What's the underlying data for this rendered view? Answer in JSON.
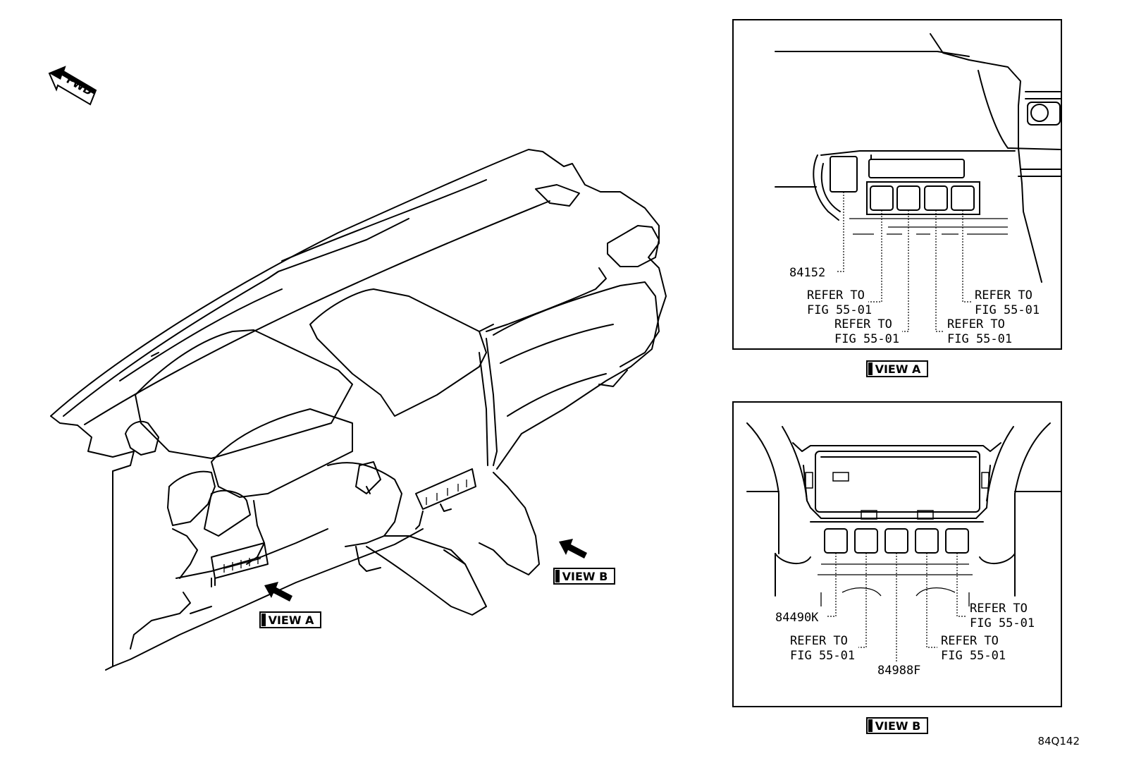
{
  "fwd_label": "FWD",
  "main_view": {
    "view_a_label": "VIEW A",
    "view_b_label": "VIEW B"
  },
  "view_a": {
    "caption": "VIEW A",
    "part_84152": "84152",
    "refer_1_line1": "REFER TO",
    "refer_1_line2": "FIG 55-01",
    "refer_2_line1": "REFER TO",
    "refer_2_line2": "FIG 55-01",
    "refer_3_line1": "REFER TO",
    "refer_3_line2": "FIG 55-01",
    "refer_4_line1": "REFER TO",
    "refer_4_line2": "FIG 55-01"
  },
  "view_b": {
    "caption": "VIEW B",
    "part_84490k": "84490K",
    "part_84988f": "84988F",
    "refer_left_line1": "REFER TO",
    "refer_left_line2": "FIG 55-01",
    "refer_mid_line1": "REFER TO",
    "refer_mid_line2": "FIG 55-01",
    "refer_right_line1": "REFER TO",
    "refer_right_line2": "FIG 55-01"
  },
  "figure_code": "84Q142"
}
